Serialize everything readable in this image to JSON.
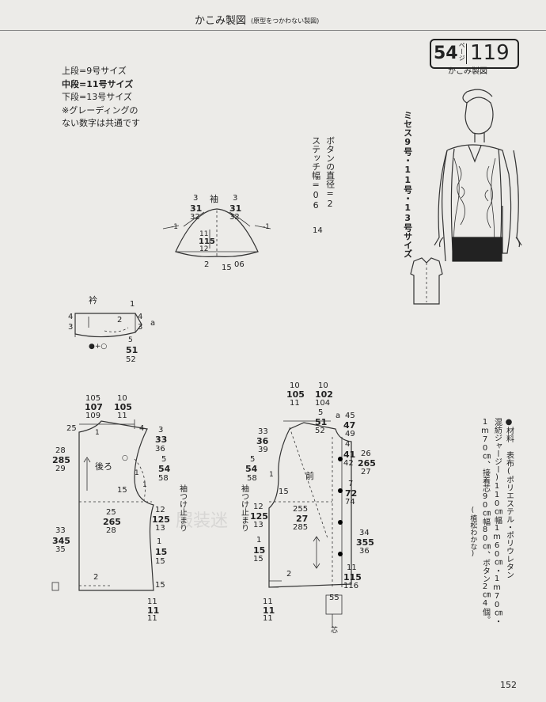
{
  "header": {
    "title": "かこみ製図",
    "subtitle": "(原型をつかわない製図)"
  },
  "badge": {
    "num1": "54",
    "pg": "ページ",
    "num2": "119",
    "caption": "かこみ製図"
  },
  "size_legend": [
    "上段=9号サイズ",
    "中段=11号サイズ",
    "下段=13号サイズ",
    "※グレーディングの",
    "ない数字は共通です"
  ],
  "size_vertical": "ミセス9号・11号・13号サイズ",
  "button_note": {
    "line1": "ボタンの直径=2",
    "line2": "ステッチ幅=06",
    "line3": "14"
  },
  "materials": {
    "line1": "●材料 表布(ポリエステル・ポリウレタン",
    "line2": "混紡ジャージー)110㎝幅1m60㎝・1m70㎝・",
    "line3": "1m70㎝、接着芯90㎝幅80㎝、ボタン2㎝4個。",
    "line4": "(植松わかな)"
  },
  "sleeve": {
    "label": "袖",
    "l3": "3",
    "l31": "31",
    "l32": "32",
    "r3": "3",
    "r31": "31",
    "r32": "32",
    "minus1a": "-1",
    "minus1b": "-1",
    "h11": "11",
    "h115": "115",
    "h12": "12",
    "b2": "2",
    "b15": "15",
    "b06": "06"
  },
  "collar": {
    "label": "衿",
    "n1": "1",
    "n4l": "4",
    "n3l": "3",
    "n2": "2",
    "n4r": "4",
    "n3r": "3",
    "a": "a",
    "n5": "5",
    "n51": "51",
    "n52": "52",
    "mark": "●+○"
  },
  "back": {
    "label": "後ろ",
    "top105": "105",
    "top107": "107",
    "top109": "109",
    "top10": "10",
    "top105b": "105",
    "top11": "11",
    "n25": "25",
    "n1a": "1",
    "left28": "28",
    "left285": "285",
    "left29": "29",
    "left33": "33",
    "left345": "345",
    "left35": "35",
    "n3": "3",
    "n33": "33",
    "n36": "36",
    "n4": "4",
    "n5": "5",
    "n54": "54",
    "n58": "58",
    "n15a": "15",
    "n1b": "1",
    "n1c": "1",
    "n25b": "25",
    "n265": "265",
    "n28": "28",
    "sleeve_end": "袖つけ止まり",
    "n12": "12",
    "n125": "125",
    "n13": "13",
    "n1d": "1",
    "n15b": "15",
    "n15c": "15",
    "n2": "2",
    "n15d": "15",
    "b11": "11",
    "b11b": "11",
    "b11c": "11",
    "circle_o": "○"
  },
  "front": {
    "label": "前",
    "top10": "10",
    "top105": "105",
    "top11": "11",
    "top10b": "10",
    "top102": "102",
    "top104": "104",
    "n5": "5",
    "n51": "51",
    "n52": "52",
    "na": "a",
    "n45": "45",
    "n47": "47",
    "n49": "49",
    "n33": "33",
    "n36": "36",
    "n39": "39",
    "n5b": "5",
    "n54": "54",
    "n58": "58",
    "n4": "4",
    "n41": "41",
    "n42": "42",
    "n26": "26",
    "n265": "265",
    "n27": "27",
    "n7": "7",
    "n72": "72",
    "n74": "74",
    "n15": "15",
    "n1": "1",
    "sleeve_end": "袖つけ止まり",
    "n12": "12",
    "n125": "125",
    "n13": "13",
    "n255": "255",
    "n27b": "27",
    "n285": "285",
    "n1b": "1",
    "n15b": "15",
    "n15c": "15",
    "n34": "34",
    "n355": "355",
    "n36b": "36",
    "n11": "11",
    "n115": "115",
    "n116": "116",
    "n2": "2",
    "n55": "55",
    "b11": "11",
    "b11b": "11",
    "b11c": "11",
    "facing": "芯"
  },
  "watermark": "服装迷",
  "page_number": "152"
}
